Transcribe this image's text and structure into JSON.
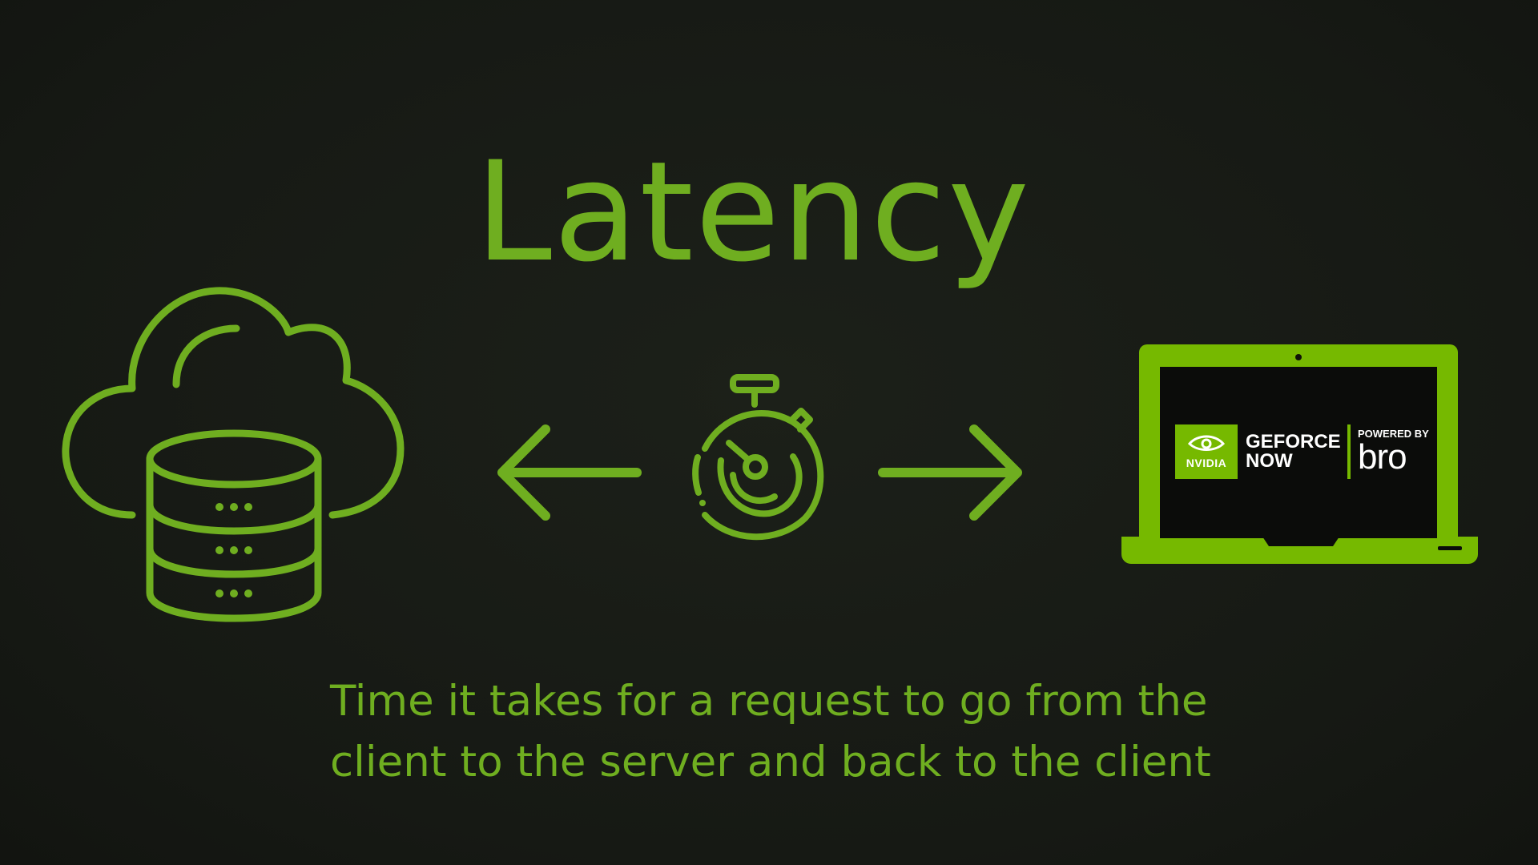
{
  "title": "Latency",
  "caption": {
    "line1": "Time it takes for a request to go from the",
    "line2": "client to the server and back to the client"
  },
  "icons": {
    "server": "cloud-database-icon",
    "left_arrow": "arrow-left-icon",
    "timer": "stopwatch-icon",
    "right_arrow": "arrow-right-icon",
    "client": "laptop-icon"
  },
  "laptop_screen": {
    "nvidia_label": "NVIDIA",
    "product_line1": "GEFORCE",
    "product_line2": "NOW",
    "powered_by": "POWERED BY",
    "partner": "bro"
  },
  "colors": {
    "background": "#171a14",
    "accent": "#6fae20",
    "nvidia_green": "#76b900"
  }
}
